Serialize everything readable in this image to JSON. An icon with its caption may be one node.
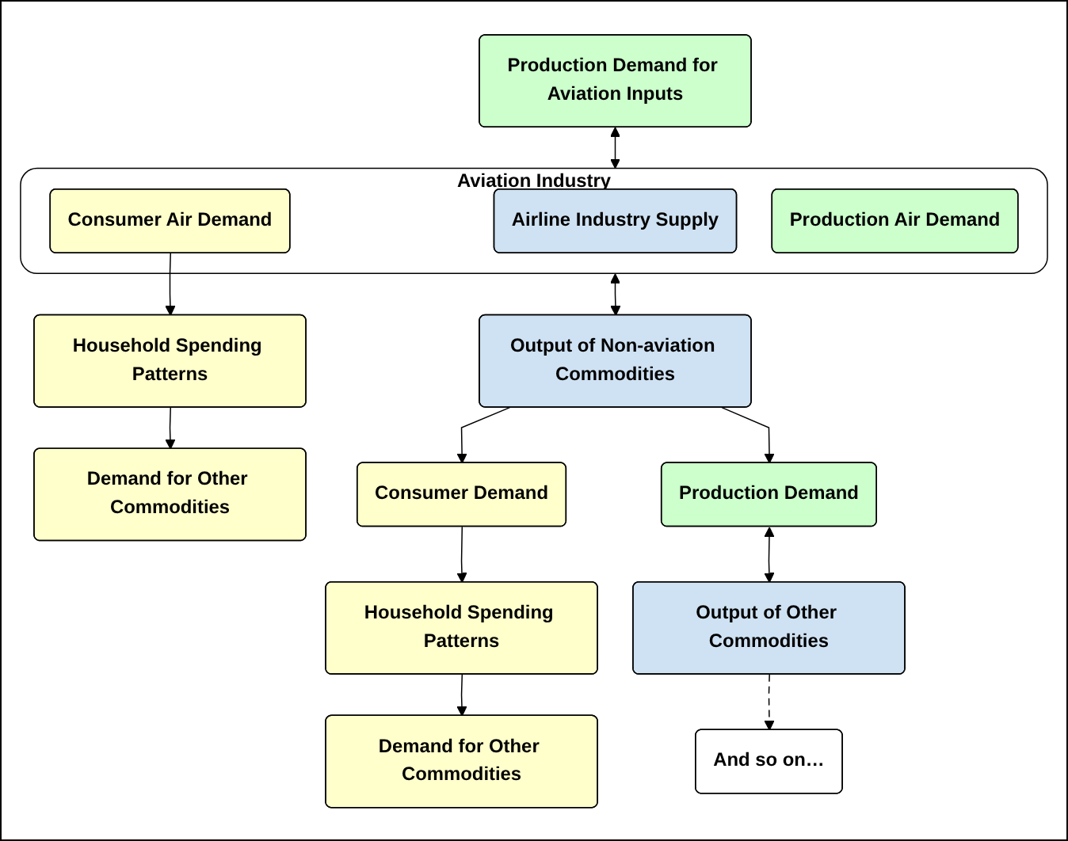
{
  "diagram": {
    "nodes": [
      {
        "text": [
          "Production Demand for Aviation Inputs"
        ]
      },
      {
        "text": [
          "Aviation Industry"
        ]
      },
      {
        "text": [
          "Airline Industry Supply"
        ],
        "in": 1
      },
      {
        "text": [
          "Consumer Air Demand"
        ],
        "in": 1
      },
      {
        "text": [
          "Production Air Demand"
        ],
        "in": 1
      },
      {
        "text": [
          "Household Spending Patterns"
        ]
      },
      {
        "text": [
          "Demand for Other Commodities"
        ]
      },
      {
        "text": [
          "Output of Non-aviation Commodities"
        ]
      },
      {
        "text": [
          "Consumer Demand"
        ]
      },
      {
        "text": [
          "Production Demand"
        ]
      },
      {
        "text": [
          "Household Spending Patterns"
        ]
      },
      {
        "text": [
          "Demand for Other Commodities"
        ]
      },
      {
        "text": [
          "Output of Other Commodities"
        ]
      },
      {
        "text": [
          "And so on…"
        ]
      }
    ],
    "edges": [
      {
        "from": 0,
        "to": 1,
        "arrow": "both"
      },
      {
        "from": 3,
        "to": 5,
        "arrow": "to"
      },
      {
        "from": 5,
        "to": 6,
        "arrow": "to"
      },
      {
        "from": 1,
        "to": 7,
        "arrow": "both"
      },
      {
        "from": 7,
        "to": 8,
        "arrow": "to"
      },
      {
        "from": 7,
        "to": 9,
        "arrow": "to"
      },
      {
        "from": 8,
        "to": 10,
        "arrow": "to"
      },
      {
        "from": 10,
        "to": 11,
        "arrow": "to"
      },
      {
        "from": 9,
        "to": 12,
        "arrow": "both"
      },
      {
        "from": 12,
        "to": 13,
        "arrow": "to",
        "style": "dashed"
      }
    ]
  }
}
